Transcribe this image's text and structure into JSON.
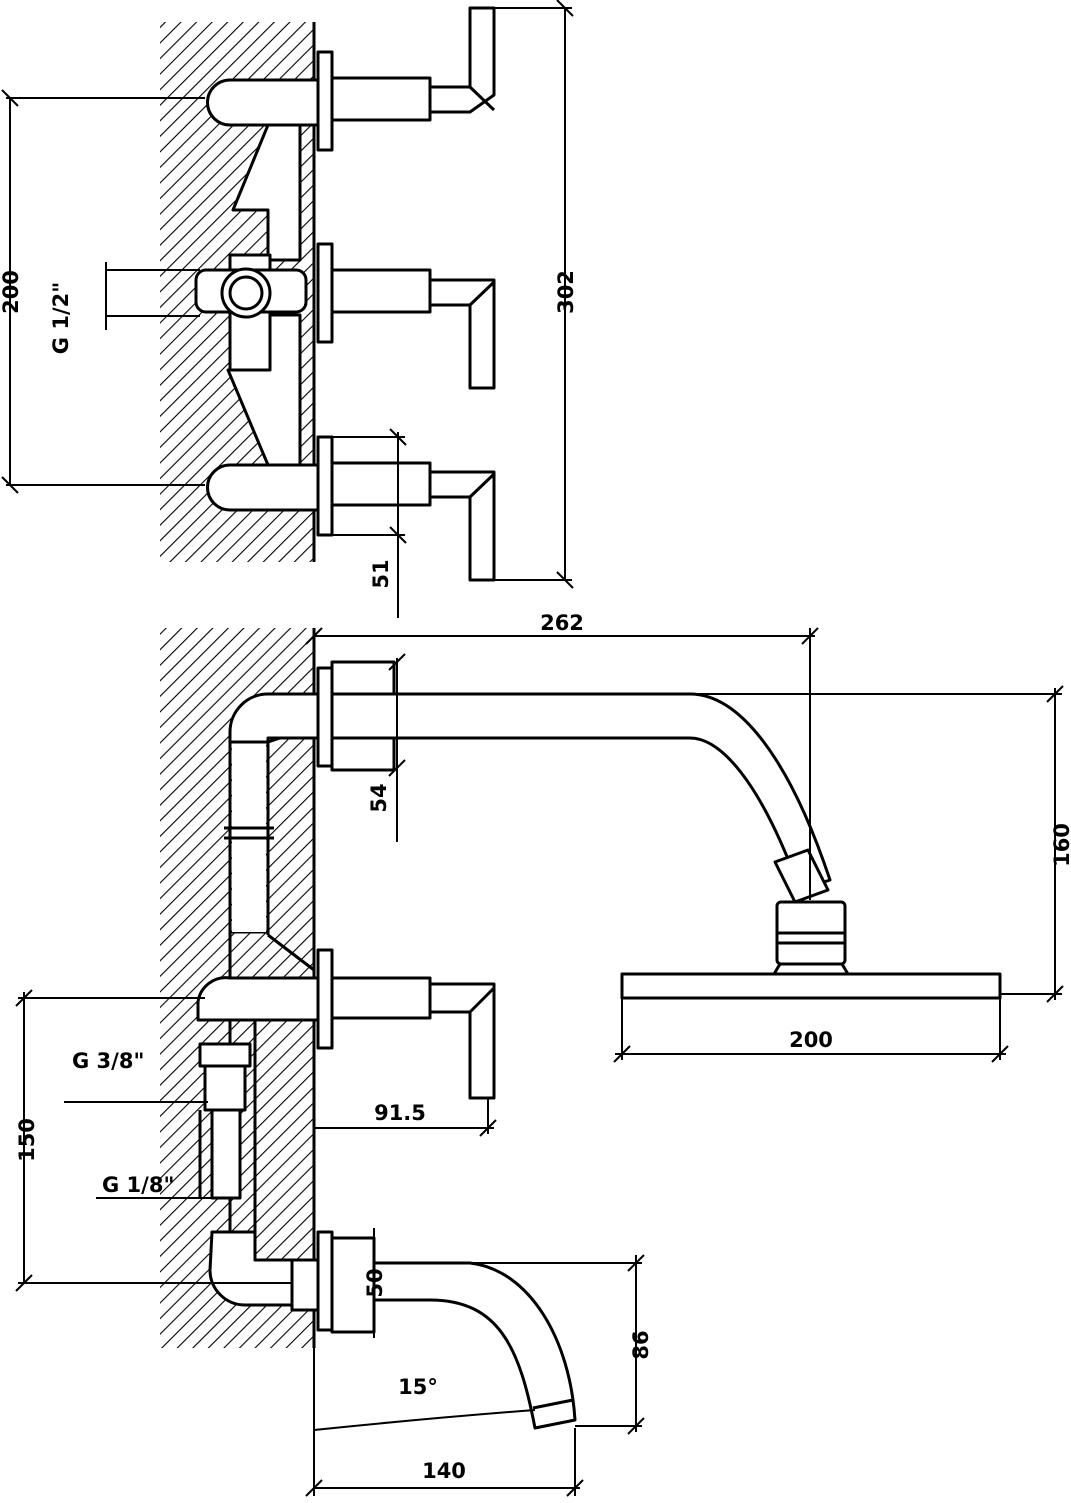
{
  "drawing": {
    "top_view": {
      "dim_height": "200",
      "dim_overall": "302",
      "thread": "G 1/2\"",
      "dim_depth": "51"
    },
    "side_view": {
      "dim_arm_length": "262",
      "dim_flange": "54",
      "dim_head_height": "160",
      "dim_head_width": "200",
      "thread_upper": "G 3/8\"",
      "thread_lower": "G 1/8\"",
      "dim_lever": "91.5",
      "dim_spacing": "150",
      "dim_spout_flange": "50",
      "dim_spout_height": "86",
      "angle": "15°",
      "dim_spout_length": "140"
    }
  }
}
